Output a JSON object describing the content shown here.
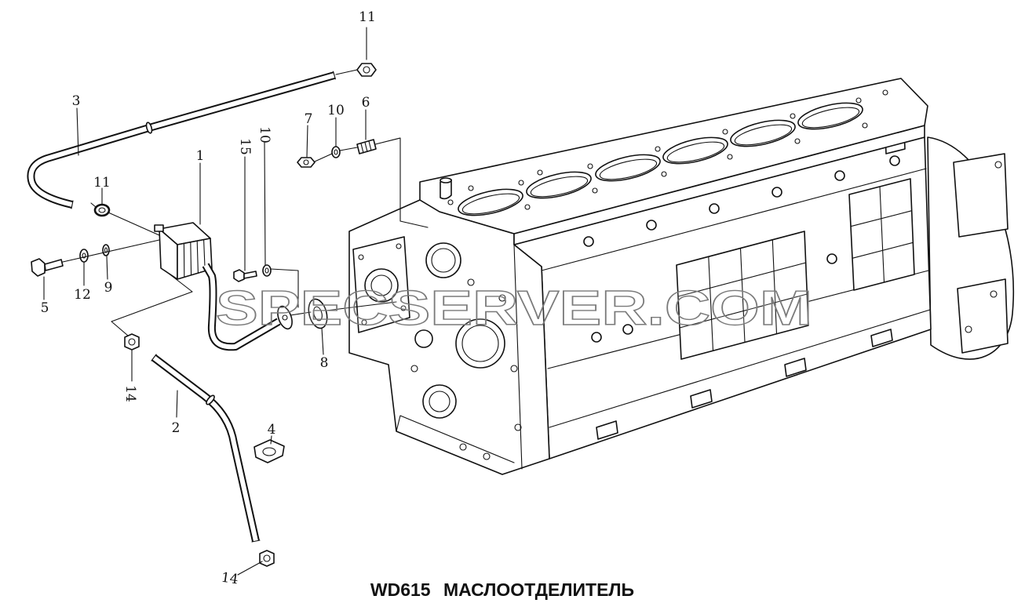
{
  "diagram": {
    "title": "WD615 МАСЛООТДЕЛИТЕЛЬ",
    "watermark": "SPECSERVER.COM",
    "callouts": [
      "11",
      "3",
      "1",
      "15",
      "10",
      "7",
      "10",
      "6",
      "11",
      "5",
      "12",
      "9",
      "8",
      "14",
      "2",
      "4",
      "14"
    ]
  },
  "colors": {
    "ink": "#111111",
    "paper": "#ffffff",
    "watermark": "#7a7a7a"
  }
}
